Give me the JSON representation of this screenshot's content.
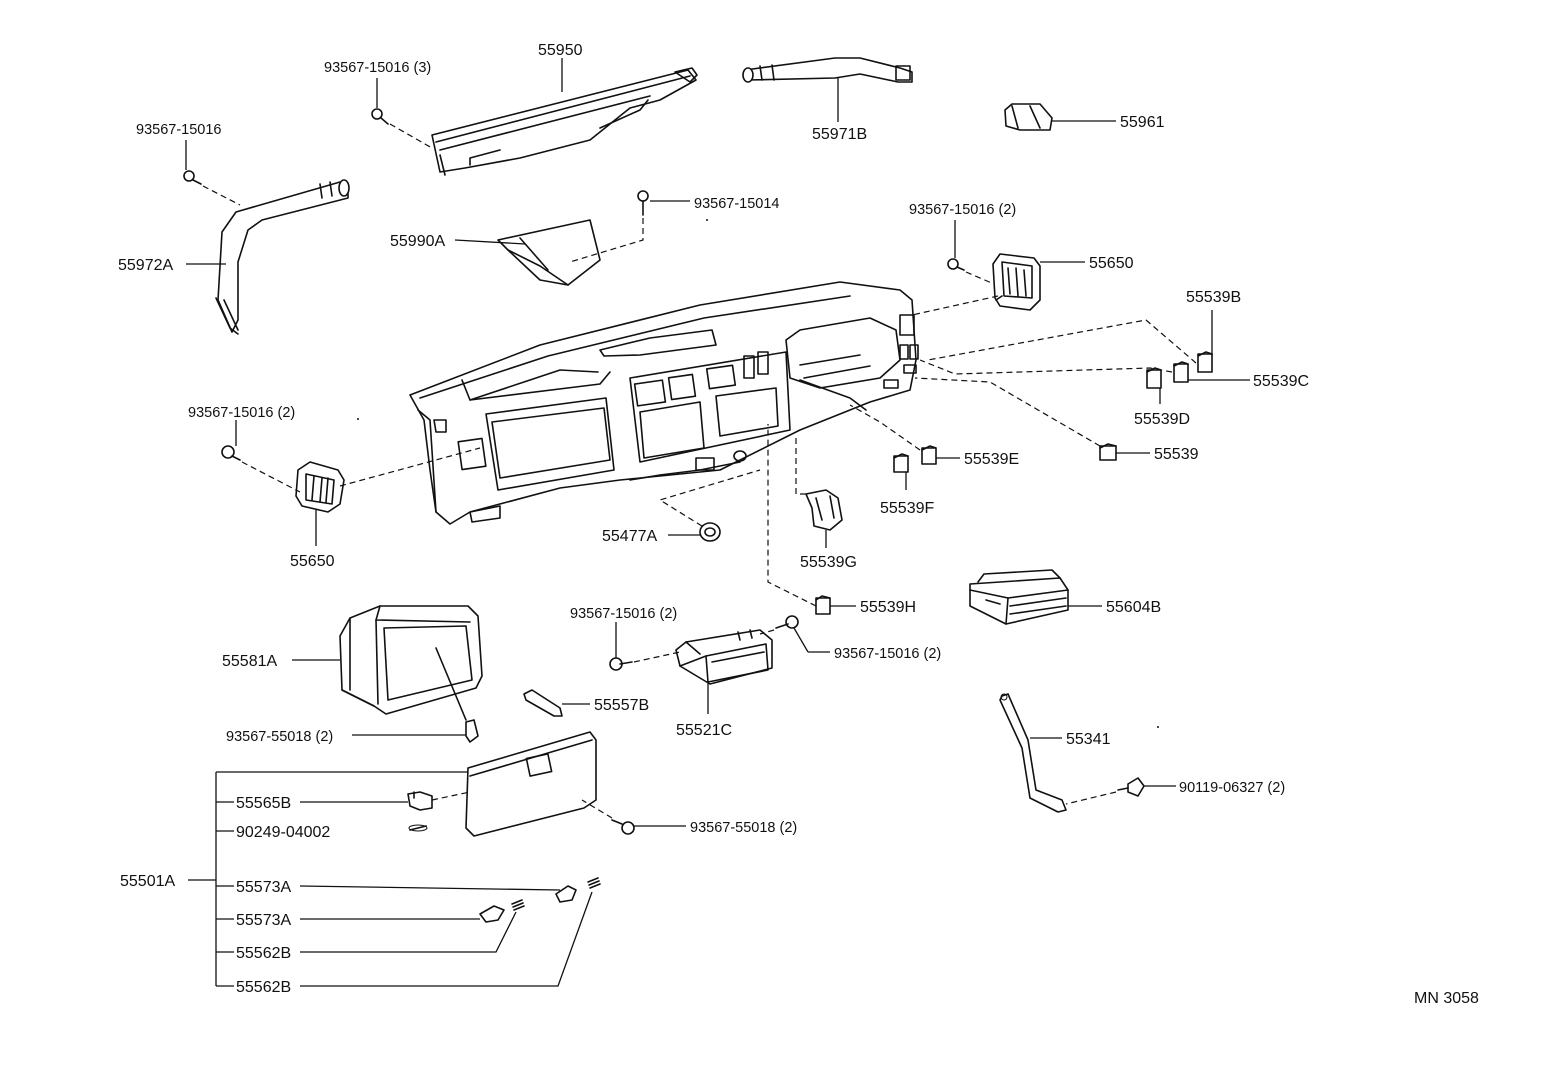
{
  "labels": {
    "p93567_15016_3": "93567-15016 (3)",
    "p55950": "55950",
    "p55971B": "55971B",
    "p55961": "55961",
    "p93567_15016_a": "93567-15016",
    "p55972A": "55972A",
    "p93567_15014": "93567-15014",
    "p55990A": "55990A",
    "p93567_15016_2_r": "93567-15016 (2)",
    "p55650_r": "55650",
    "p55539B": "55539B",
    "p55539C": "55539C",
    "p55539D": "55539D",
    "p93567_15016_2_l": "93567-15016 (2)",
    "p55539E": "55539E",
    "p55539": "55539",
    "p55539F": "55539F",
    "p55650_l": "55650",
    "p55477A": "55477A",
    "p55539G": "55539G",
    "p55539H": "55539H",
    "p55604B": "55604B",
    "p93567_15016_2_c": "93567-15016 (2)",
    "p55581A": "55581A",
    "p93567_15016_2_cr": "93567-15016 (2)",
    "p55557B": "55557B",
    "p55521C": "55521C",
    "p93567_55018_2_a": "93567-55018 (2)",
    "p55341": "55341",
    "p90119_06327": "90119-06327 (2)",
    "p55565B": "55565B",
    "p90249_04002": "90249-04002",
    "p93567_55018_2_b": "93567-55018 (2)",
    "p55501A": "55501A",
    "p55573A_1": "55573A",
    "p55573A_2": "55573A",
    "p55562B_1": "55562B",
    "p55562B_2": "55562B",
    "diagram_code": "MN 3058"
  }
}
